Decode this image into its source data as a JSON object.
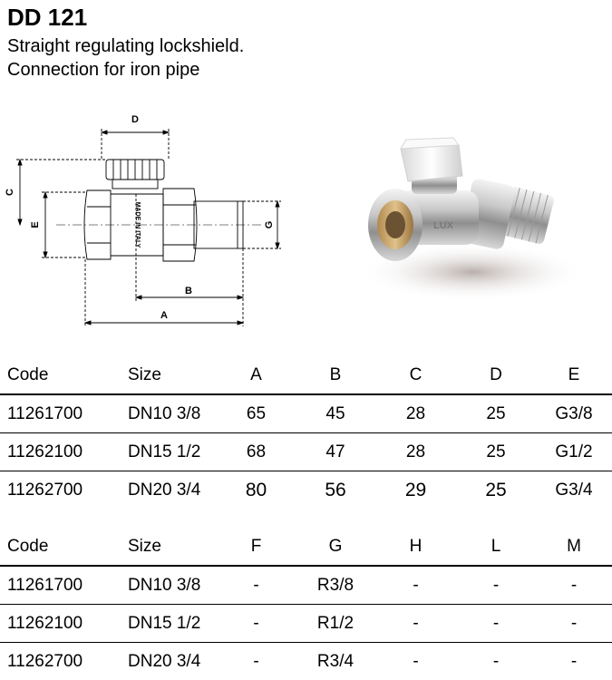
{
  "header": {
    "title": "DD 121",
    "subtitle_line1": "Straight regulating lockshield.",
    "subtitle_line2": "Connection for iron pipe"
  },
  "drawing": {
    "dim_labels": {
      "a": "A",
      "b": "B",
      "c": "C",
      "d": "D",
      "e": "E",
      "g": "G"
    },
    "body_text": "MADE IN ITALY"
  },
  "photo": {
    "brand_text": "LUX"
  },
  "table1": {
    "headers": [
      "Code",
      "Size",
      "A",
      "B",
      "C",
      "D",
      "E"
    ],
    "rows": [
      [
        "11261700",
        "DN10 3/8",
        "65",
        "45",
        "28",
        "25",
        "G3/8"
      ],
      [
        "11262100",
        "DN15 1/2",
        "68",
        "47",
        "28",
        "25",
        "G1/2"
      ],
      [
        "11262700",
        "DN20 3/4",
        "80",
        "56",
        "29",
        "25",
        "G3/4"
      ]
    ]
  },
  "table2": {
    "headers": [
      "Code",
      "Size",
      "F",
      "G",
      "H",
      "L",
      "M"
    ],
    "rows": [
      [
        "11261700",
        "DN10 3/8",
        "-",
        "R3/8",
        "-",
        "-",
        "-"
      ],
      [
        "11262100",
        "DN15 1/2",
        "-",
        "R1/2",
        "-",
        "-",
        "-"
      ],
      [
        "11262700",
        "DN20 3/4",
        "-",
        "R3/4",
        "-",
        "-",
        "-"
      ]
    ]
  }
}
